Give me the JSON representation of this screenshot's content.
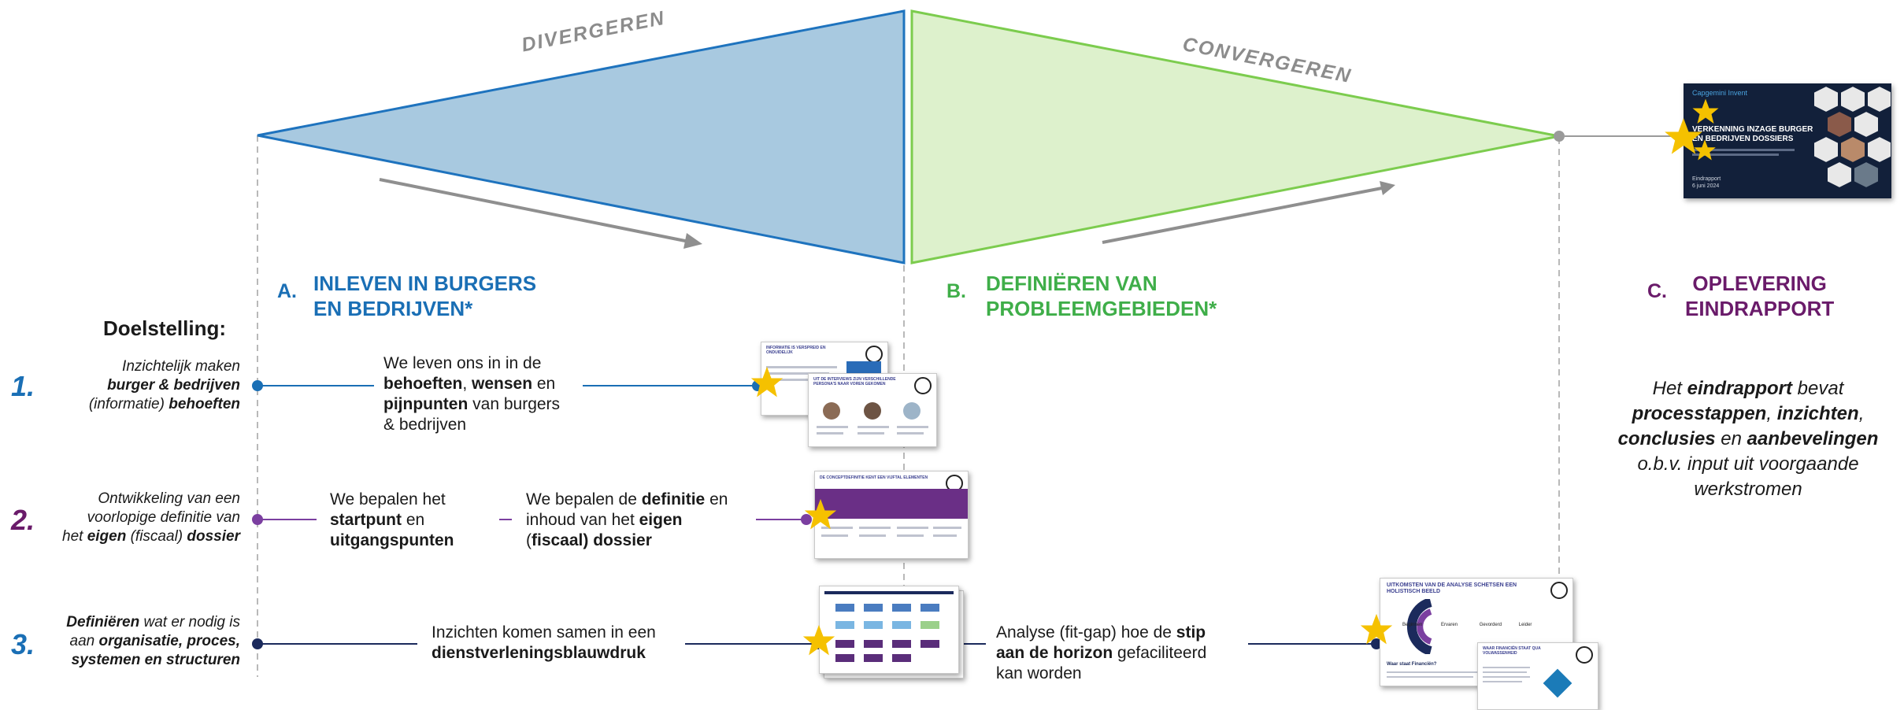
{
  "phases": {
    "diverge_label": "DIVERGEREN",
    "converge_label": "CONVERGEREN"
  },
  "sections": {
    "a": {
      "letter": "A.",
      "title_line1": "INLEVEN IN BURGERS",
      "title_line2": "EN BEDRIJVEN*"
    },
    "b": {
      "letter": "B.",
      "title_line1": "DEFINIËREN VAN",
      "title_line2": "PROBLEEMGEBIEDEN*"
    },
    "c": {
      "letter": "C.",
      "title_line1": "OPLEVERING",
      "title_line2": "EINDRAPPORT"
    }
  },
  "doelstelling_label": "Doelstelling:",
  "rows": [
    {
      "number": "1.",
      "goal": {
        "l1_a": "Inzichtelijk maken",
        "l2_a": "burger & bedrijven",
        "l3_a": "(informatie) ",
        "l3_b": "behoeften"
      },
      "text_a": {
        "p1": "We leven ons in in de",
        "p2_b": "behoeften",
        "p2_c": ", ",
        "p2_d": "wensen",
        "p2_e": " en",
        "p3_b": "pijnpunten",
        "p3_c": " van burgers",
        "p4": "& bedrijven"
      }
    },
    {
      "number": "2.",
      "goal": {
        "l1": "Ontwikkeling van een",
        "l2": "voorlopige definitie van",
        "l3_a": "het ",
        "l3_b": "eigen",
        "l3_c": " (fiscaal) ",
        "l3_d": "dossier"
      },
      "text_a": {
        "p1": "We bepalen het",
        "p2_b": "startpunt",
        "p2_c": " en",
        "p3_b": "uitgangspunten"
      },
      "text_b": {
        "p1_a": "We bepalen de ",
        "p1_b": "definitie",
        "p1_c": " en",
        "p2_a": "inhoud van het ",
        "p2_b": "eigen",
        "p3_a": "(",
        "p3_b": "fiscaal) dossier"
      }
    },
    {
      "number": "3.",
      "goal": {
        "l1_b": "Definiëren",
        "l1_c": " wat er nodig is",
        "l2_a": "aan ",
        "l2_b": "organisatie, proces,",
        "l3_b": "systemen en structuren"
      },
      "text_a": {
        "p1": "Inzichten komen samen in een",
        "p2_b": "dienstverleningsblauwdruk"
      },
      "text_b": {
        "p1_a": "Analyse (fit-gap) hoe de ",
        "p1_b": "stip",
        "p2_b": "aan de horizon",
        "p2_c": " gefaciliteerd",
        "p3": "kan worden"
      }
    }
  ],
  "eindrapport": {
    "l1_a": "Het ",
    "l1_b": "eindrapport",
    "l1_c": " bevat",
    "l2_b": "processtappen",
    "l2_c": ", ",
    "l2_d": "inzichten",
    "l2_e": ",",
    "l3_b": "conclusies",
    "l3_c": " en ",
    "l3_d": "aanbevelingen",
    "l4": "o.b.v. input uit voorgaande",
    "l5": "werkstromen"
  },
  "report_cover": {
    "brand": "Capgemini Invent",
    "title_l1": "VERKENNING INZAGE BURGER",
    "title_l2": "EN BEDRIJVEN DOSSIERS",
    "meta_l1": "Eindrapport",
    "meta_l2": "6 juni 2024"
  },
  "thumbnails": {
    "t1": "INFORMATIE IS VERSPREID EN ONDUIDELIJK",
    "t2": "UIT DE INTERVIEWS ZIJN VERSCHILLENDE PERSONA'S NAAR VOREN GEKOMEN",
    "t3": "DE CONCEPTDEFINITIE KENT EEN VIJFTAL ELEMENTEN",
    "t4": "UITKOMSTEN VAN DE ANALYSE SCHETSEN EEN HOLISTISCH BEELD",
    "t5": "WAAR FINANCIËN STAAT QUA VOLWASSENHEID",
    "t4_cols": [
      "Beginnen",
      "Ervaren",
      "Gevorderd",
      "Leider"
    ],
    "t4_sub": "Waar staat Financiën?"
  },
  "colors": {
    "diverge_fill": "#a8c9e0",
    "diverge_stroke": "#1e73be",
    "converge_fill": "#ddf1cc",
    "converge_stroke": "#7ccc4e",
    "blue": "#1a6fb5",
    "green": "#3fae49",
    "purple": "#6a1b6a",
    "row1_line": "#1a6fb5",
    "row2_line": "#7b3fa0",
    "row3_line": "#1b2a5c",
    "star": "#f5c100"
  }
}
